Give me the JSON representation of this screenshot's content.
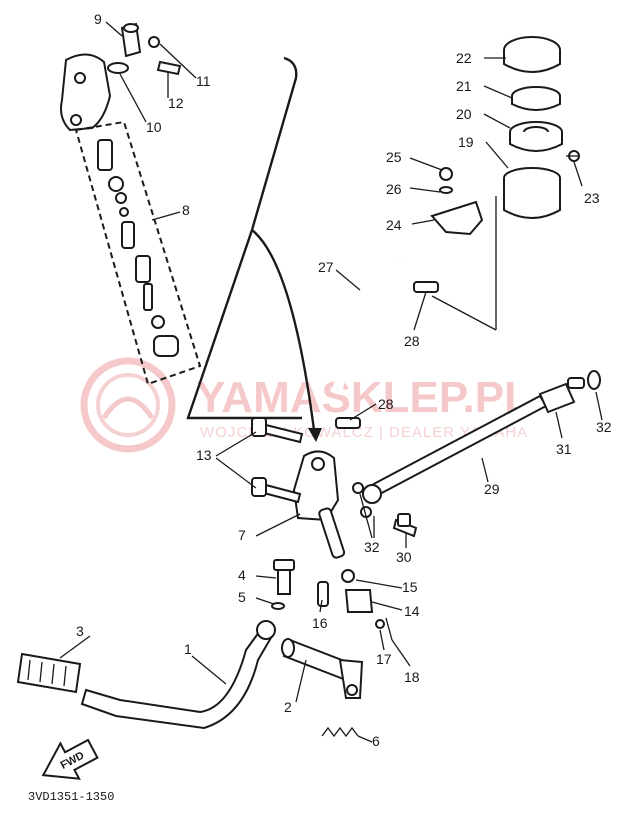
{
  "watermark": {
    "brand": "YAMASKLEP.PL",
    "subtitle": "WOJCIECH KOWALCZ | DEALER YAMAHA"
  },
  "diagram_code": "3VD1351-1350",
  "direction_arrow": "FWD",
  "callouts": {
    "p1": "1",
    "p2": "2",
    "p3": "3",
    "p4": "4",
    "p5": "5",
    "p6": "6",
    "p7": "7",
    "p8": "8",
    "p9": "9",
    "p10": "10",
    "p11": "11",
    "p12": "12",
    "p13": "13",
    "p14": "14",
    "p15": "15",
    "p16": "16",
    "p17": "17",
    "p18": "18",
    "p19": "19",
    "p20": "20",
    "p21": "21",
    "p22": "22",
    "p23": "23",
    "p24": "24",
    "p25": "25",
    "p26": "26",
    "p27": "27",
    "p28a": "28",
    "p28b": "28",
    "p29": "29",
    "p30": "30",
    "p31": "31",
    "p32a": "32",
    "p32b": "32"
  }
}
